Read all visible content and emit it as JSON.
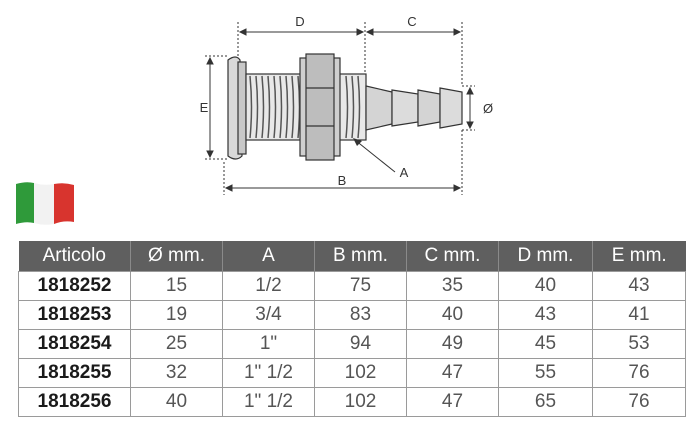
{
  "drawing": {
    "labels": {
      "d": "D",
      "c": "C",
      "e": "E",
      "b": "B",
      "a": "A",
      "diameter": "Ø"
    }
  },
  "flag": {
    "colors": [
      "#2f9a3a",
      "#f2f2f2",
      "#d8342e"
    ]
  },
  "table": {
    "headers": [
      "Articolo",
      "Ø mm.",
      "A",
      "B mm.",
      "C mm.",
      "D mm.",
      "E mm."
    ],
    "rows": [
      [
        "1818252",
        "15",
        "1/2",
        "75",
        "35",
        "40",
        "43"
      ],
      [
        "1818253",
        "19",
        "3/4",
        "83",
        "40",
        "43",
        "41"
      ],
      [
        "1818254",
        "25",
        "1\"",
        "94",
        "49",
        "45",
        "53"
      ],
      [
        "1818255",
        "32",
        "1\" 1/2",
        "102",
        "47",
        "55",
        "76"
      ],
      [
        "1818256",
        "40",
        "1\" 1/2",
        "102",
        "47",
        "65",
        "76"
      ]
    ]
  }
}
